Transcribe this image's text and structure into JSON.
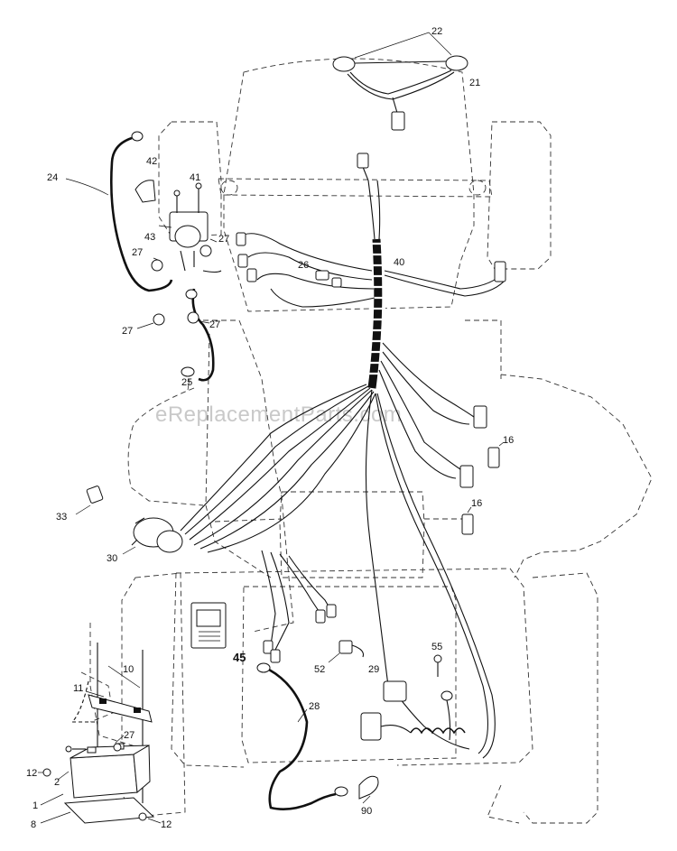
{
  "watermark": "eReplacementParts.com",
  "callouts": [
    {
      "id": "c22",
      "text": "22"
    },
    {
      "id": "c21",
      "text": "21"
    },
    {
      "id": "c42",
      "text": "42"
    },
    {
      "id": "c41",
      "text": "41"
    },
    {
      "id": "c24",
      "text": "24"
    },
    {
      "id": "c43",
      "text": "43"
    },
    {
      "id": "c27a",
      "text": "27"
    },
    {
      "id": "c27b",
      "text": "27"
    },
    {
      "id": "c27c",
      "text": "27"
    },
    {
      "id": "c27d",
      "text": "27"
    },
    {
      "id": "c26",
      "text": "26"
    },
    {
      "id": "c40",
      "text": "40"
    },
    {
      "id": "c25",
      "text": "25"
    },
    {
      "id": "c16a",
      "text": "16"
    },
    {
      "id": "c16b",
      "text": "16"
    },
    {
      "id": "c33",
      "text": "33"
    },
    {
      "id": "c30",
      "text": "30"
    },
    {
      "id": "c45",
      "text": "45"
    },
    {
      "id": "c55",
      "text": "55"
    },
    {
      "id": "c52",
      "text": "52"
    },
    {
      "id": "c29",
      "text": "29"
    },
    {
      "id": "c10",
      "text": "10"
    },
    {
      "id": "c11",
      "text": "11"
    },
    {
      "id": "c28",
      "text": "28"
    },
    {
      "id": "c27e",
      "text": "27"
    },
    {
      "id": "c12a",
      "text": "12"
    },
    {
      "id": "c2",
      "text": "2"
    },
    {
      "id": "c1",
      "text": "1"
    },
    {
      "id": "c8",
      "text": "8"
    },
    {
      "id": "c12b",
      "text": "12"
    },
    {
      "id": "c90",
      "text": "90"
    }
  ]
}
